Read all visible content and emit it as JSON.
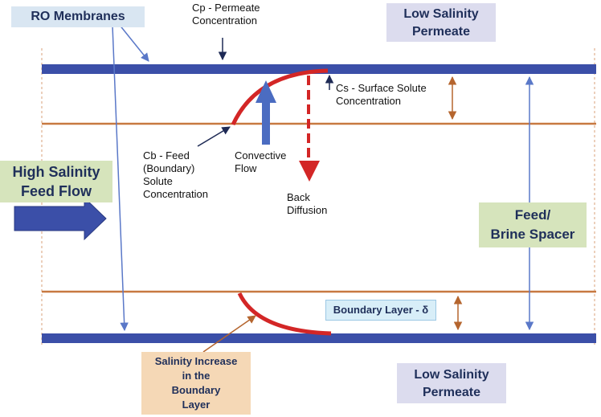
{
  "labels": {
    "ro_membranes": "RO Membranes",
    "cp": "Cp -  Permeate\nConcentration",
    "cs": "Cs -  Surface Solute\nConcentration",
    "cb": "Cb -  Feed\n(Boundary)\nSolute\nConcentration",
    "convective": "Convective\nFlow",
    "back_diffusion": "Back\nDiffusion",
    "high_salinity": "High Salinity\nFeed Flow",
    "low_salinity_top": "Low Salinity\nPermeate",
    "low_salinity_bottom": "Low Salinity\nPermeate",
    "feed_spacer": "Feed/\nBrine Spacer",
    "boundary_layer": "Boundary Layer - δ",
    "salinity_increase": "Salinity Increase\nin the\nBoundary\nLayer"
  },
  "colors": {
    "membrane": "#3b4fa8",
    "boundary_line": "#c87941",
    "curve": "#d32626",
    "arrow_blue": "#4b6cc1",
    "arrow_big": "#3b4fa8"
  }
}
